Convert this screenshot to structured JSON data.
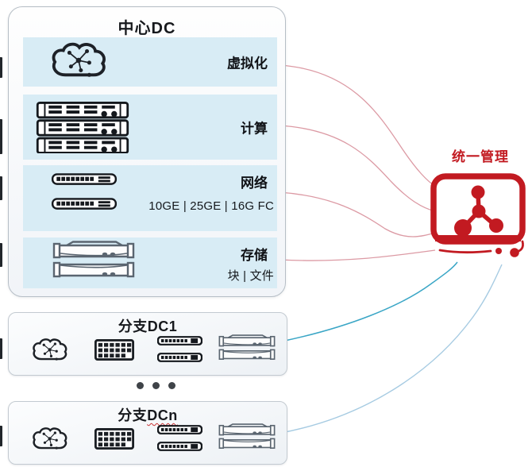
{
  "central_dc": {
    "title": "中心DC",
    "rows": [
      {
        "label": "虚拟化",
        "icon": "cloud-virtualization-icon"
      },
      {
        "label": "计算",
        "icon": "server-stack-icon"
      },
      {
        "label": "网络",
        "sublabel": "10GE | 25GE | 16G FC",
        "icon": "switch-stack-icon"
      },
      {
        "label": "存储",
        "sublabel": "块 | 文件",
        "icon": "storage-array-icon"
      }
    ]
  },
  "management": {
    "label": "统一管理",
    "icon": "management-console-icon",
    "accent_color": "#c21a21"
  },
  "branches": [
    {
      "title_prefix": "分支",
      "title_suffix": "DC1",
      "icons": [
        "cloud-icon",
        "server-grid-icon",
        "switch-stack-icon",
        "storage-array-icon"
      ]
    },
    {
      "title_prefix": "分支",
      "title_suffix": "DCn",
      "icons": [
        "cloud-icon",
        "server-grid-icon",
        "switch-stack-icon",
        "storage-array-icon"
      ]
    }
  ],
  "connections": {
    "central_to_management_color": "#dc9aa4",
    "branch1_to_management_color": "#3aa6c6",
    "branchn_to_management_color": "#a6cbe2"
  },
  "colors": {
    "row_background": "#d8ecf5",
    "accent_red": "#c21a21",
    "icon_dark": "#1b1f24",
    "storage_gray": "#5a6570"
  }
}
